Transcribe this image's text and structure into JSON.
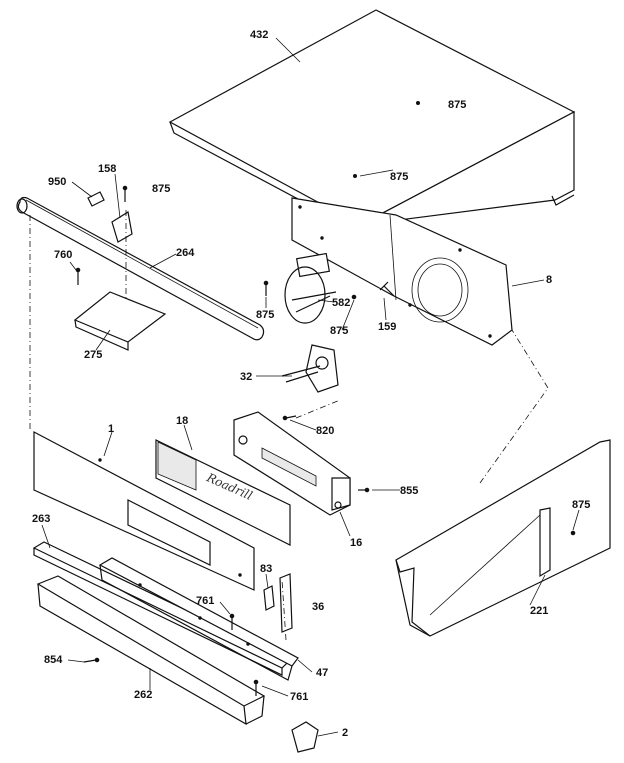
{
  "labels": {
    "p432": "432",
    "p875_top": "875",
    "p875_mid": "875",
    "p950": "950",
    "p158": "158",
    "p875_left": "875",
    "p264": "264",
    "p760": "760",
    "p275": "275",
    "p875_fan": "875",
    "p582": "582",
    "p875_fan2": "875",
    "p159": "159",
    "p8": "8",
    "p32": "32",
    "p820": "820",
    "p18": "18",
    "p1": "1",
    "p855": "855",
    "p16": "16",
    "p875_right": "875",
    "p263": "263",
    "p83": "83",
    "p761_top": "761",
    "p36": "36",
    "p221": "221",
    "p854": "854",
    "p262": "262",
    "p47": "47",
    "p761_bot": "761",
    "p2": "2"
  },
  "brand_text": "Roadrill"
}
